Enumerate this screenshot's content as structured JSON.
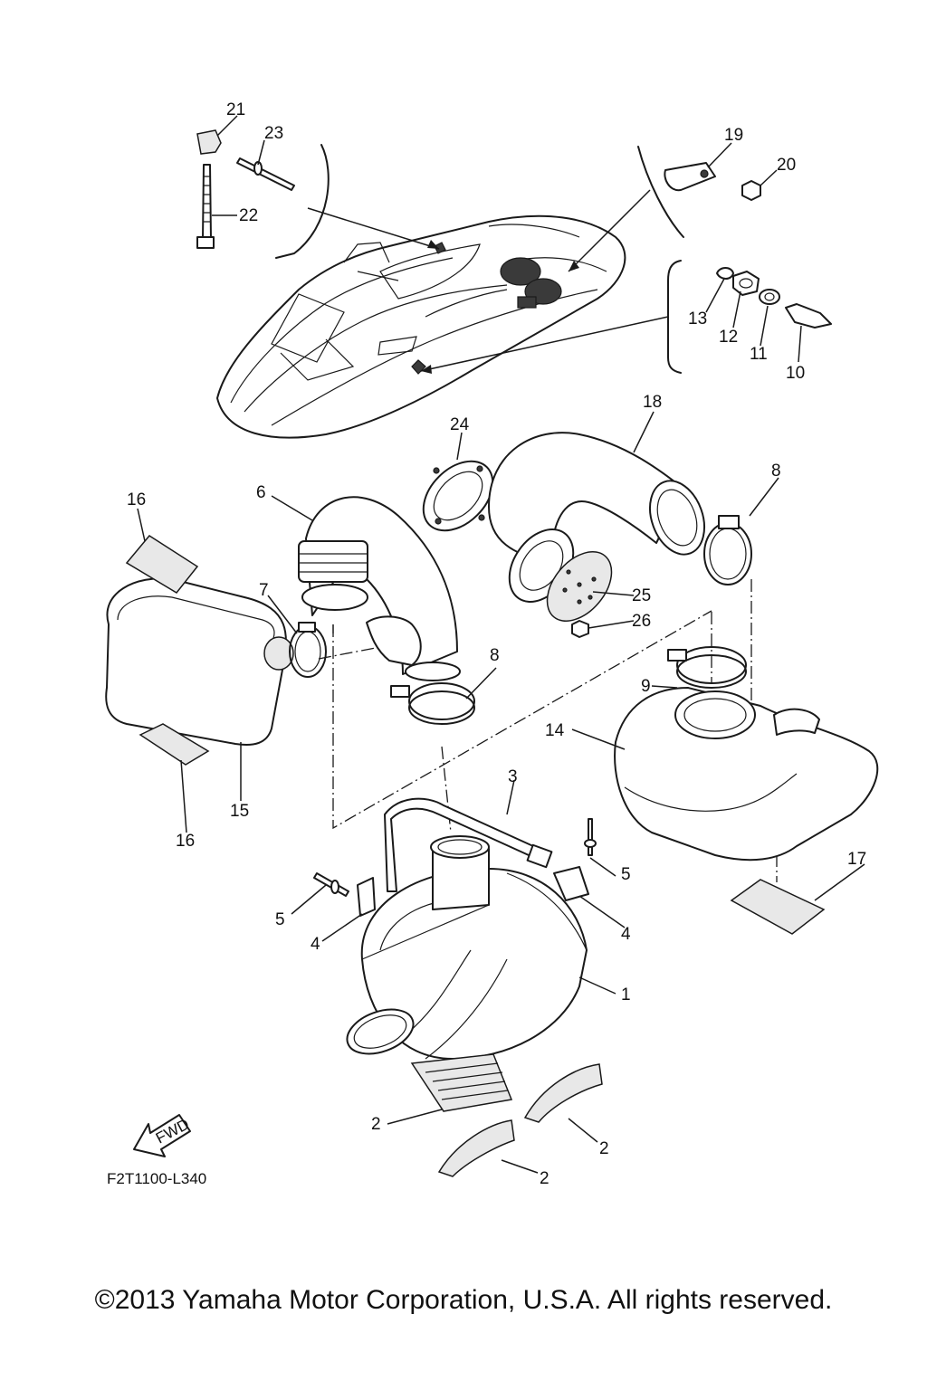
{
  "callouts": {
    "n1": "1",
    "n2a": "2",
    "n2b": "2",
    "n2c": "2",
    "n3": "3",
    "n4a": "4",
    "n4b": "4",
    "n5a": "5",
    "n5b": "5",
    "n6": "6",
    "n7": "7",
    "n8a": "8",
    "n8b": "8",
    "n9": "9",
    "n10": "10",
    "n11": "11",
    "n12": "12",
    "n13": "13",
    "n14": "14",
    "n15": "15",
    "n16a": "16",
    "n16b": "16",
    "n17": "17",
    "n18": "18",
    "n19": "19",
    "n20": "20",
    "n21": "21",
    "n22": "22",
    "n23": "23",
    "n24": "24",
    "n25": "25",
    "n26": "26"
  },
  "fwd_arrow_label": "FWD",
  "drawing_code": "F2T1100-L340",
  "copyright": "©2013 Yamaha Motor Corporation, U.S.A. All rights reserved."
}
